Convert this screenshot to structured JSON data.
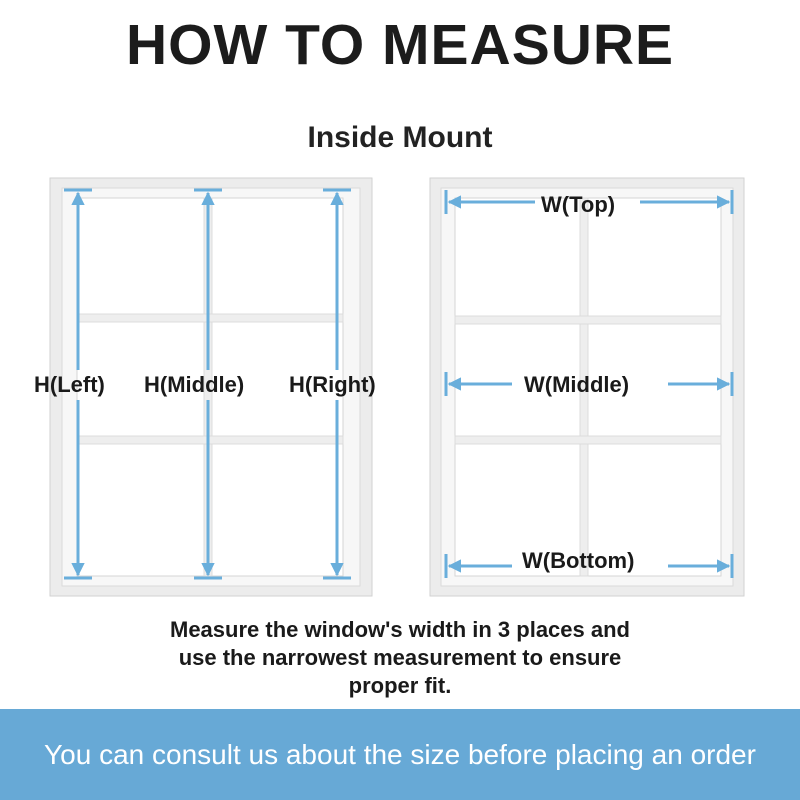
{
  "title": "HOW TO MEASURE",
  "subtitle": "Inside Mount",
  "labels": {
    "h_left": "H(Left)",
    "h_middle": "H(Middle)",
    "h_right": "H(Right)",
    "w_top": "W(Top)",
    "w_middle": "W(Middle)",
    "w_bottom": "W(Bottom)"
  },
  "instructions": {
    "line1": "Measure the window's width in 3 places and",
    "line2": "use the narrowest measurement to ensure",
    "line3": "proper fit."
  },
  "banner": {
    "text": "You can consult us about the size before placing an order"
  },
  "colors": {
    "arrow": "#69aedb",
    "banner": "#67a9d6",
    "frame": "#e6e6e6",
    "frame_edge": "#cfcfcf"
  }
}
